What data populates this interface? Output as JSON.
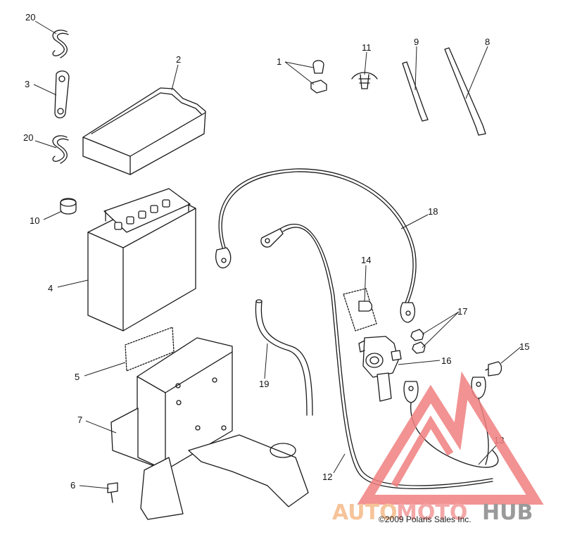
{
  "callouts": [
    {
      "id": "c1",
      "label": "1"
    },
    {
      "id": "c2",
      "label": "2"
    },
    {
      "id": "c3",
      "label": "3"
    },
    {
      "id": "c4",
      "label": "4"
    },
    {
      "id": "c5",
      "label": "5"
    },
    {
      "id": "c6",
      "label": "6"
    },
    {
      "id": "c7",
      "label": "7"
    },
    {
      "id": "c8",
      "label": "8"
    },
    {
      "id": "c9",
      "label": "9"
    },
    {
      "id": "c10",
      "label": "10"
    },
    {
      "id": "c11",
      "label": "11"
    },
    {
      "id": "c12",
      "label": "12"
    },
    {
      "id": "c13",
      "label": "13"
    },
    {
      "id": "c14",
      "label": "14"
    },
    {
      "id": "c15",
      "label": "15"
    },
    {
      "id": "c16",
      "label": "16"
    },
    {
      "id": "c17",
      "label": "17"
    },
    {
      "id": "c18",
      "label": "18"
    },
    {
      "id": "c19",
      "label": "19"
    },
    {
      "id": "c20a",
      "label": "20"
    },
    {
      "id": "c20b",
      "label": "20"
    }
  ],
  "copyright": "©2009 Polaris Sales Inc.",
  "watermark": {
    "text_auto": "AUTO",
    "text_moto": "MOTO",
    "text_hub": "HUB",
    "colors": {
      "auto": "#f6c49a",
      "moto": "#f4a7a7",
      "hub": "#9a9a9a",
      "triangle": "#f08080"
    }
  }
}
